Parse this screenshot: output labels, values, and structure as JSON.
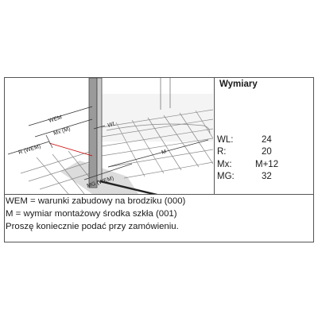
{
  "dimensions": {
    "title": "Wymiary",
    "rows": [
      {
        "label": "WL:",
        "value": "24"
      },
      {
        "label": "R:",
        "value": "20"
      },
      {
        "label": "Mx:",
        "value": "M+12"
      },
      {
        "label": "MG:",
        "value": "32"
      }
    ]
  },
  "drawing": {
    "labels": {
      "wem": "WEM",
      "mx_m": "Mx (M)",
      "r_wem": "R (WEM)",
      "wl": "WL",
      "m": "M",
      "mg_wem": "MG (WEM)"
    }
  },
  "notes": [
    "WEM = warunki zabudowy na brodziku (000)",
    "M = wymiar montażowy środka szkła (001)",
    "Proszę koniecznie podać przy zamówieniu."
  ],
  "colors": {
    "frame": "#555555",
    "glass_panel": "#9a9a9a",
    "floor_shade": "#d9d9d9",
    "marker": "#cc0000"
  }
}
